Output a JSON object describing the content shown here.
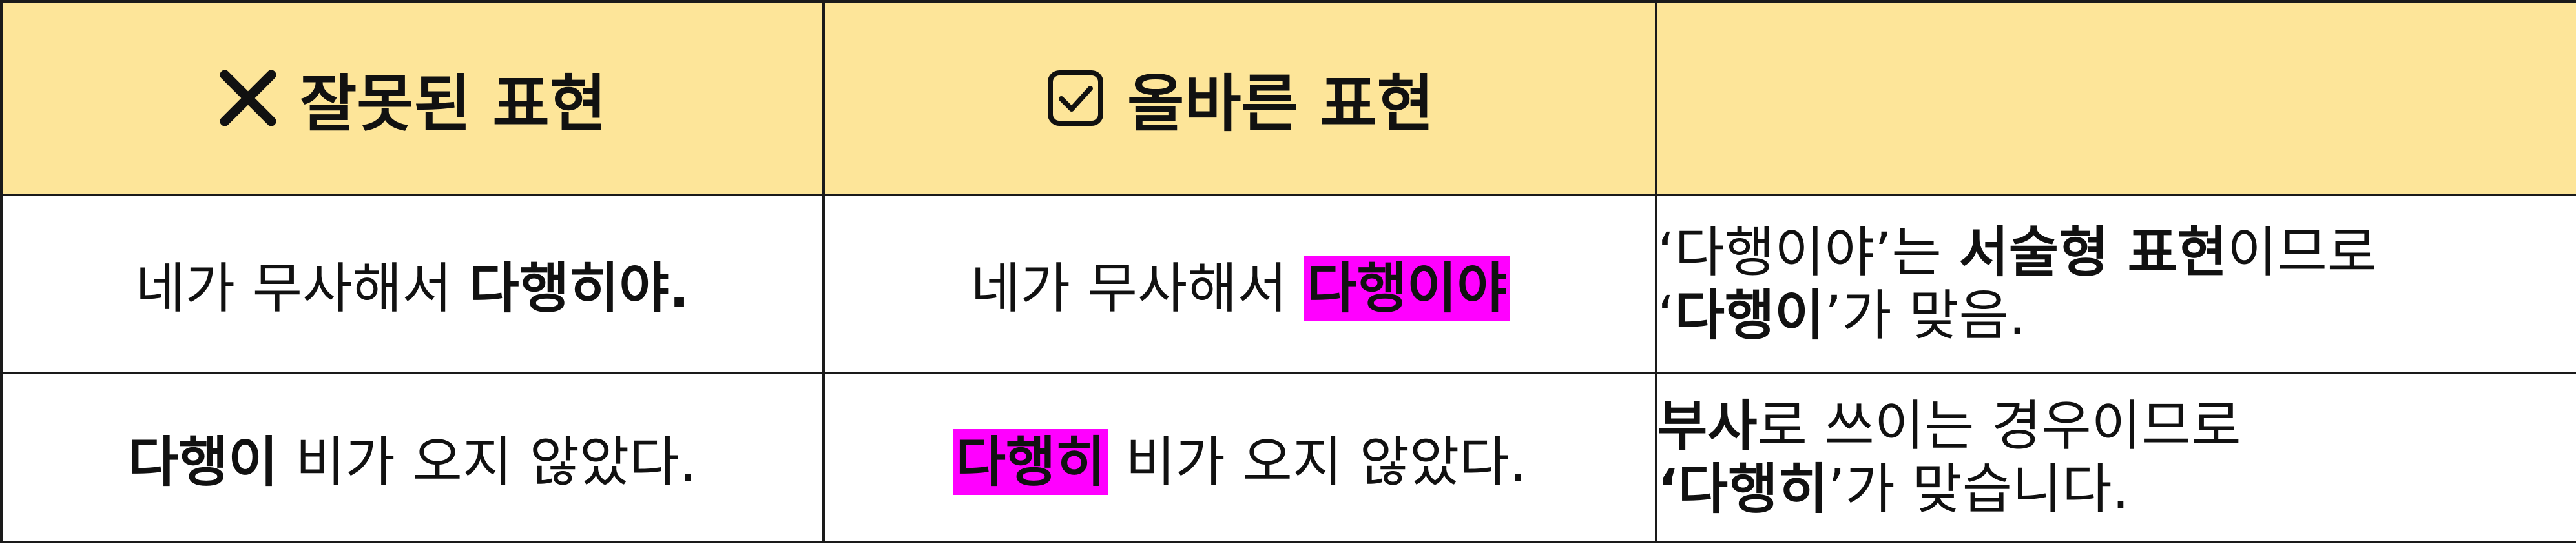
{
  "header": {
    "wrong_label": "잘못된 표현",
    "right_label": "올바른 표현",
    "third_label": "",
    "wrong_icon": "cross-icon",
    "right_icon": "check-box-icon"
  },
  "rows": [
    {
      "wrong_plain": "네가 무사해서 ",
      "wrong_bold": "다행히야.",
      "right_plain": "네가 무사해서 ",
      "right_highlight": "다행이야",
      "note_line1_a": "‘다행이야’는 ",
      "note_line1_b": "서술형 표현",
      "note_line1_c": "이므로",
      "note_line2_a": "‘",
      "note_line2_b": "다행이",
      "note_line2_c": "’가 맞음."
    },
    {
      "wrong_bold": "다행이",
      "wrong_plain": " 비가 오지 않았다.",
      "right_highlight": "다행히",
      "right_plain": " 비가 오지 않았다.",
      "note_line1_a": "부사",
      "note_line1_b": "로 쓰이는 경우이므로",
      "note_line2_a": "‘다행히",
      "note_line2_b": "’가 맞습니다."
    }
  ],
  "colors": {
    "header_bg": "#fde599",
    "highlight": "#ff00ff",
    "border": "#1a1a1a"
  }
}
